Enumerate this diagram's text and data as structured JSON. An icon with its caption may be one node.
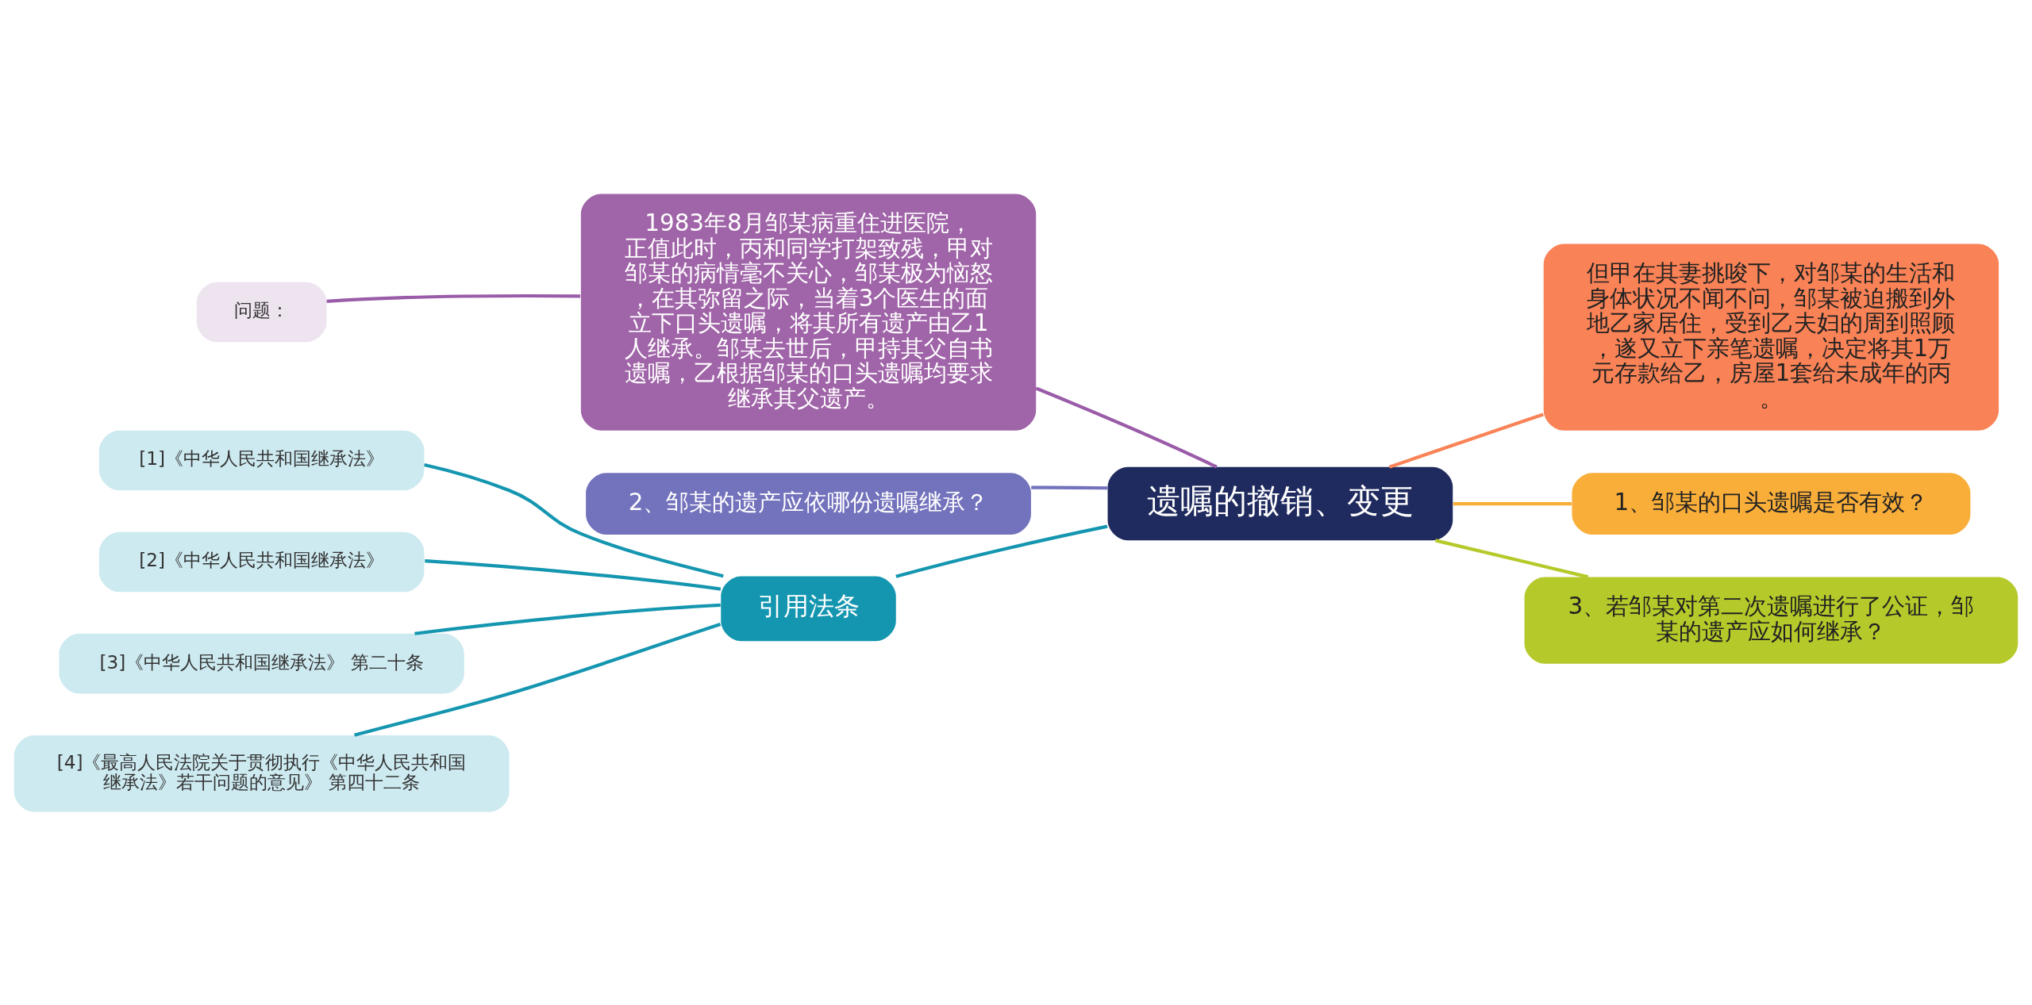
{
  "diagram": {
    "nodes": [
      {
        "text": [
          "遗嘱的撤销、变更"
        ]
      },
      {
        "text": [
          "1983年8月邹某病重住进医院，正值此时，丙和同学打架致残，甲对邹某的病情毫不关心，邹某极为恼怒，在其弥留之际，当着3个医生的面立下口头遗嘱，将其所有遗产由乙1人继承。邹某去世后，甲持其父自书遗嘱，乙根据邹某的口头遗嘱均要求继承其父遗产。"
        ]
      },
      {
        "text": [
          "问题："
        ]
      },
      {
        "text": [
          "2、邹某的遗产应依哪份遗嘱继承？"
        ]
      },
      {
        "text": [
          "引用法条"
        ]
      },
      {
        "text": [
          "[1]《中华人民共和国继承法》"
        ]
      },
      {
        "text": [
          "[2]《中华人民共和国继承法》"
        ]
      },
      {
        "text": [
          "[3]《中华人民共和国继承法》 第二十条"
        ]
      },
      {
        "text": [
          "[4]《最高人民法院关于贯彻执行《中华人民共和国继承法》若干问题的意见》 第四十二条"
        ]
      },
      {
        "text": [
          "但甲在其妻挑唆下，对邹某的生活和身体状况不闻不问，邹某被迫搬到外地乙家居住，受到乙夫妇的周到照顾，遂又立下亲笔遗嘱，决定将其1万元存款给乙，房屋1套给未成年的丙。"
        ]
      },
      {
        "text": [
          "1、邹某的口头遗嘱是否有效？"
        ]
      },
      {
        "text": [
          "3、若邹某对第二次遗嘱进行了公证，邹某的遗产应如何继承？"
        ]
      }
    ],
    "edges": [
      {
        "from": 0,
        "to": 1,
        "arrow": "none",
        "color": "#9a5ca8"
      },
      {
        "from": 1,
        "to": 2,
        "arrow": "none",
        "color": "#9a5ca8"
      },
      {
        "from": 0,
        "to": 3,
        "arrow": "none",
        "color": "#7372bd"
      },
      {
        "from": 0,
        "to": 4,
        "arrow": "none"
      },
      {
        "from": 4,
        "to": 5,
        "arrow": "none"
      },
      {
        "from": 4,
        "to": 6,
        "arrow": "none"
      },
      {
        "from": 4,
        "to": 7,
        "arrow": "none"
      },
      {
        "from": 4,
        "to": 8,
        "arrow": "none"
      },
      {
        "from": 0,
        "to": 9,
        "arrow": "none",
        "color": "#f98256"
      },
      {
        "from": 0,
        "to": 10,
        "arrow": "none",
        "color": "#f9ae3a"
      },
      {
        "from": 0,
        "to": 11,
        "arrow": "none",
        "color": "#b5c92a"
      }
    ]
  }
}
